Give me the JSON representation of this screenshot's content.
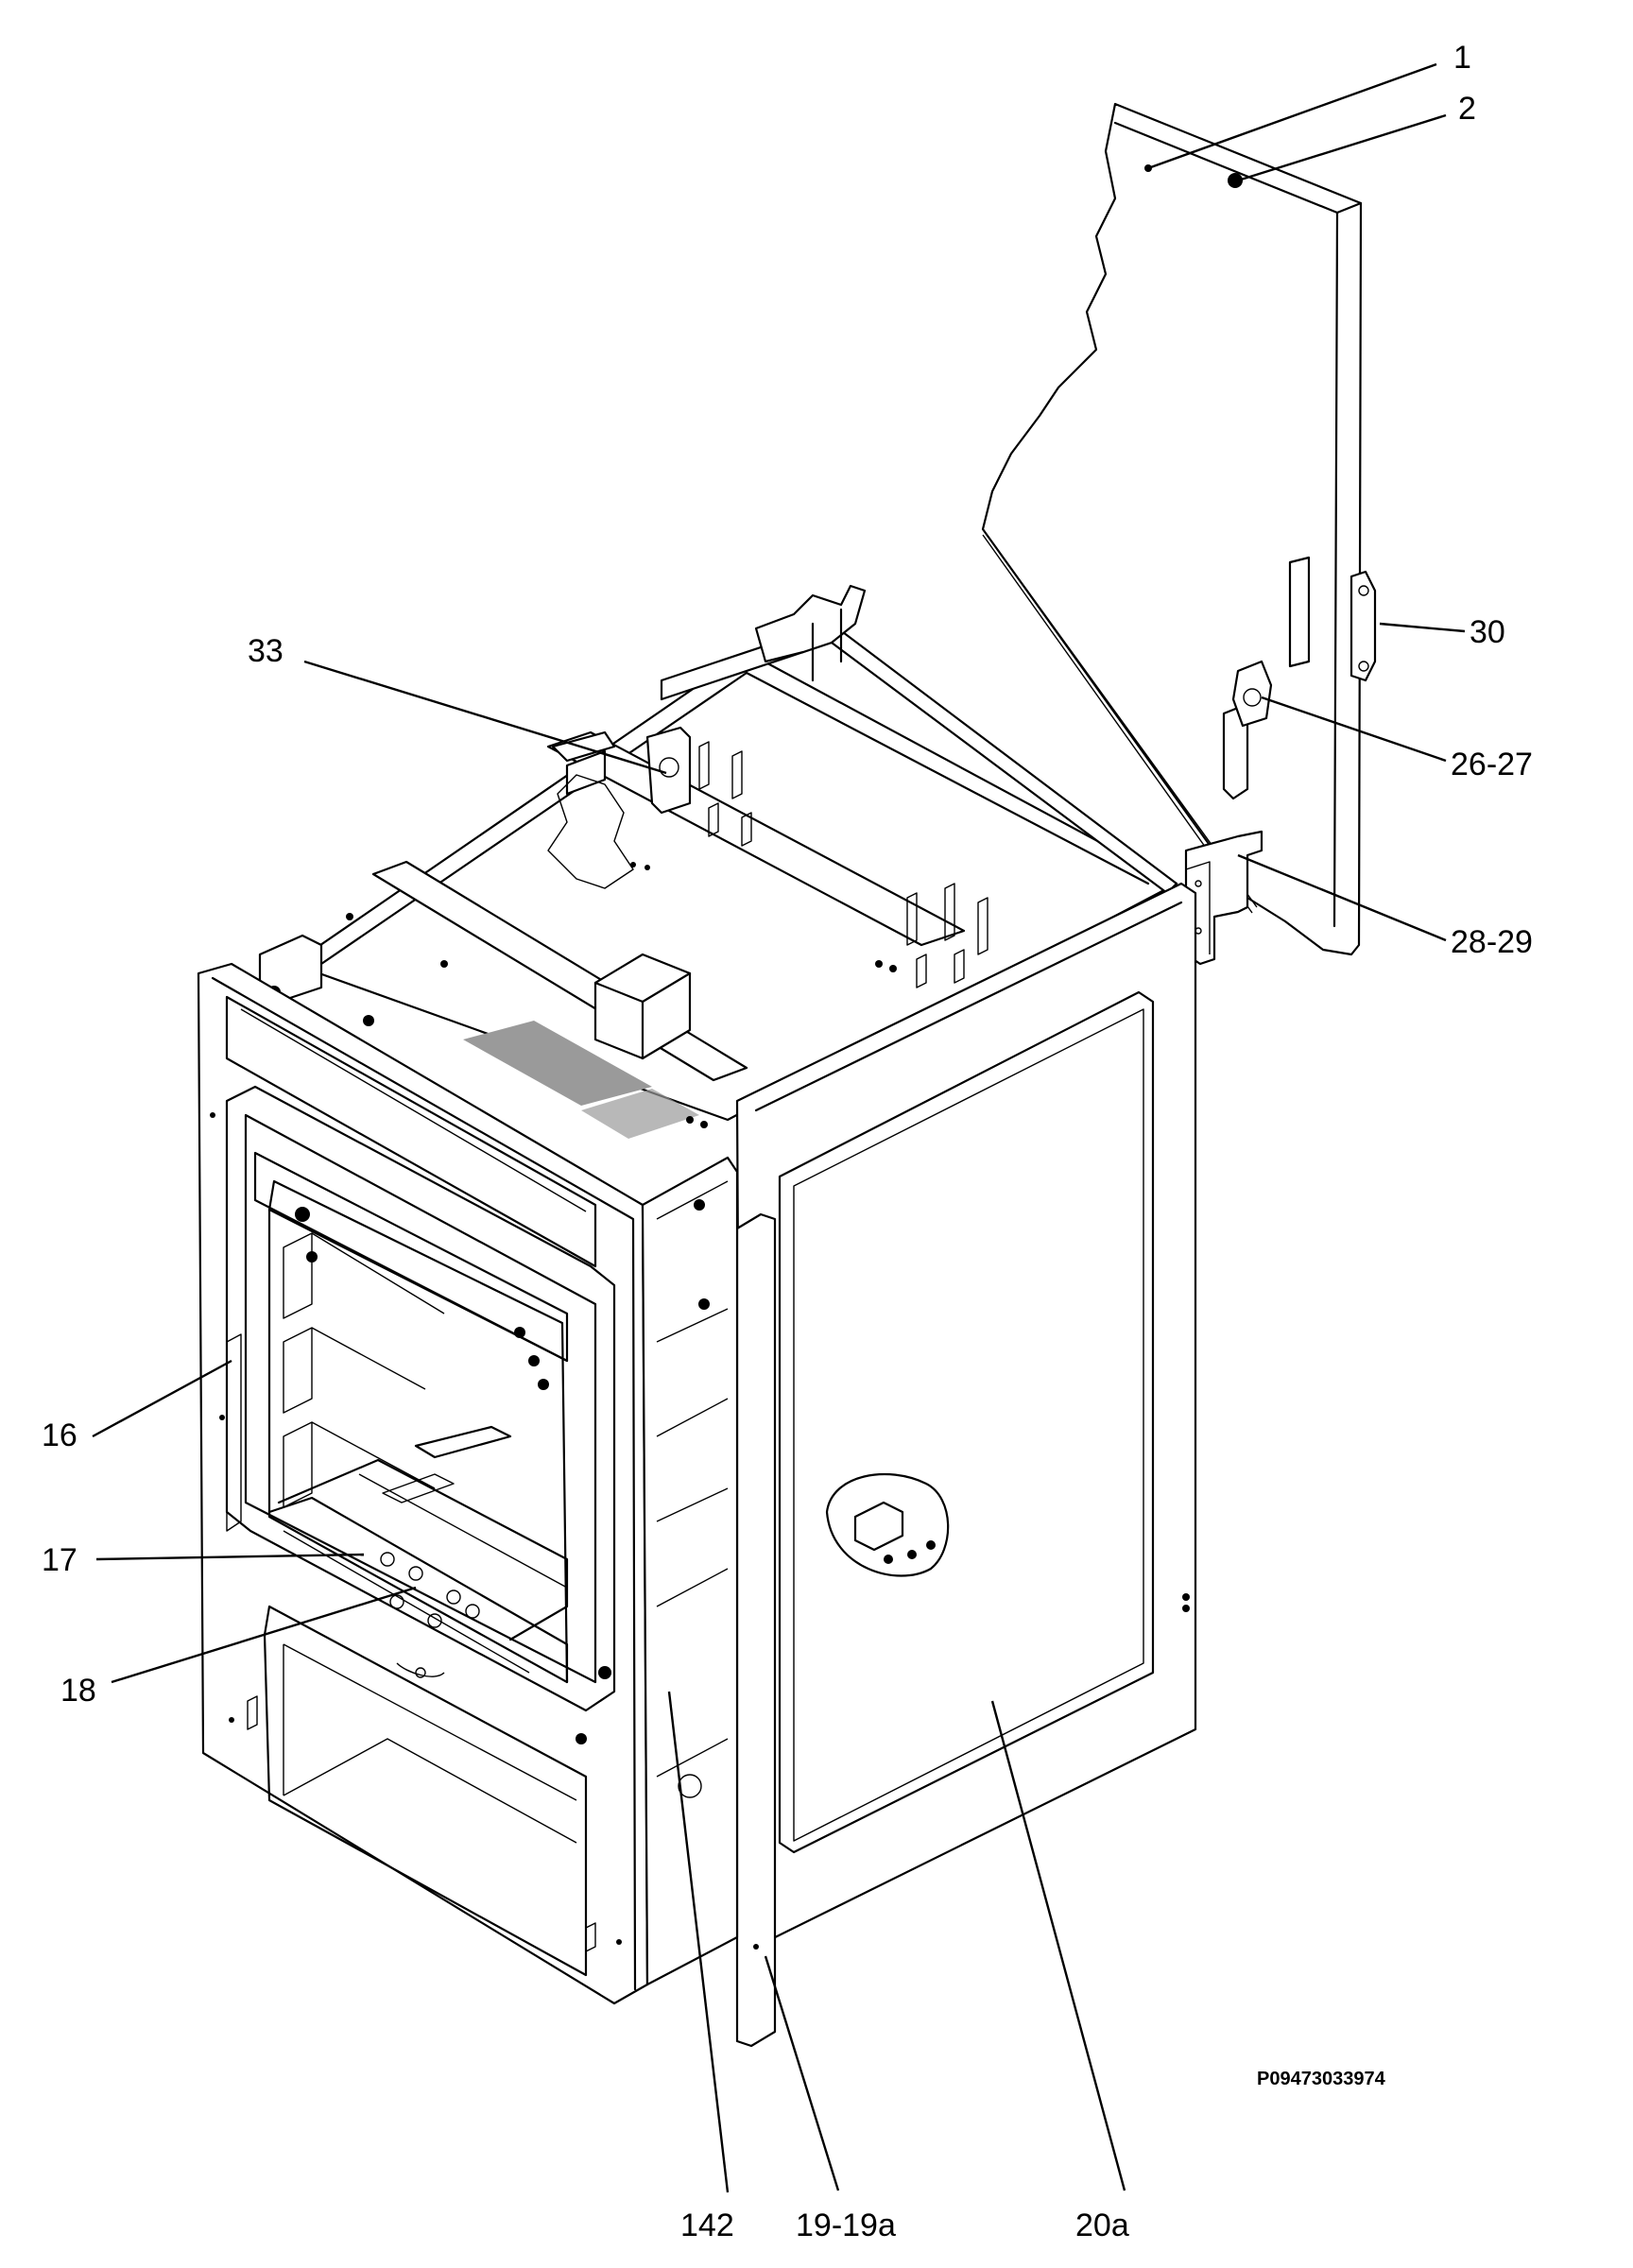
{
  "callouts": {
    "c1": "1",
    "c2": "2",
    "c30": "30",
    "c26_27": "26-27",
    "c28_29": "28-29",
    "c33": "33",
    "c16": "16",
    "c17": "17",
    "c18": "18",
    "c142": "142",
    "c19_19a": "19-19a",
    "c20a": "20a"
  },
  "drawing_code": "P09473033974"
}
